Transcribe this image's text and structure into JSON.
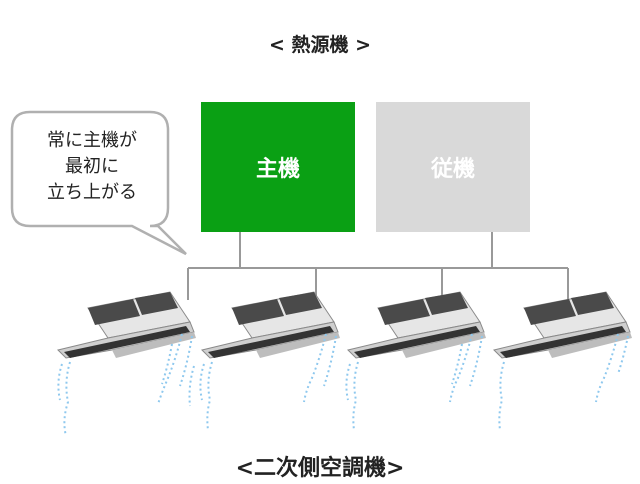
{
  "title_top": "< 熱源機 >",
  "title_bottom": "<二次側空調機>",
  "primary_unit": {
    "label": "主機",
    "color": "#0aa014"
  },
  "secondary_unit": {
    "label": "従機",
    "color": "#d9d9d9"
  },
  "callout": {
    "lines": [
      "常に主機が",
      "最初に",
      "立ち上がる"
    ]
  },
  "colors": {
    "line": "#999999",
    "airflow": "#8ec8ee",
    "unit_body": "#e6e6e6",
    "unit_dark": "#4a4a4a"
  }
}
